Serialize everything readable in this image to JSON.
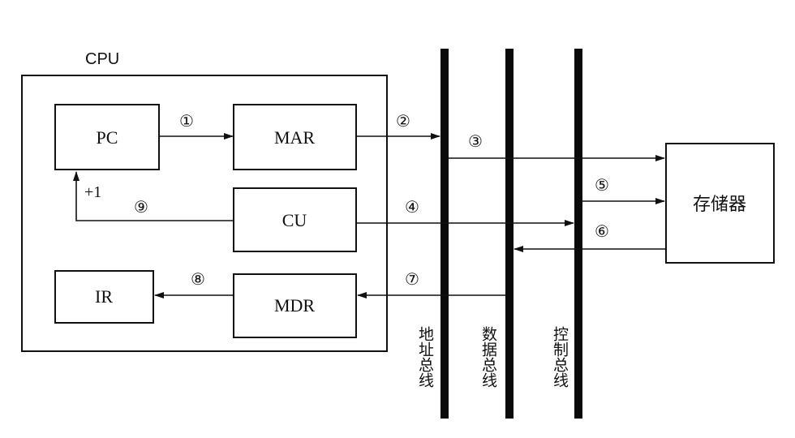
{
  "cpu": {
    "title": "CPU",
    "pc": "PC",
    "mar": "MAR",
    "cu": "CU",
    "ir": "IR",
    "mdr": "MDR",
    "increment": "+1"
  },
  "memory": {
    "label": "存储器"
  },
  "buses": {
    "address": "地址总线",
    "data": "数据总线",
    "control": "控制总线"
  },
  "steps": {
    "s1": "①",
    "s2": "②",
    "s3": "③",
    "s4": "④",
    "s5": "⑤",
    "s6": "⑥",
    "s7": "⑦",
    "s8": "⑧",
    "s9": "⑨"
  }
}
